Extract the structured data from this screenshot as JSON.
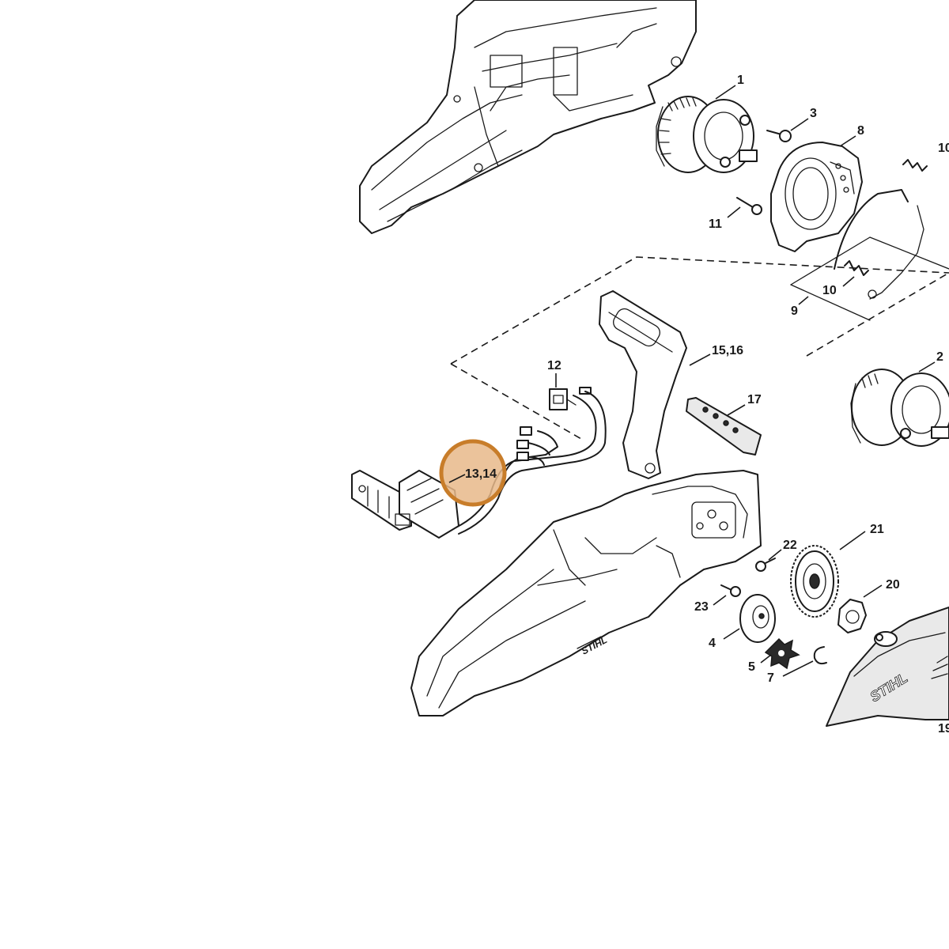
{
  "highlight": {
    "color": "#c87d2a",
    "fill": "#e8b98a"
  },
  "labels": {
    "p1": "1",
    "p2": "2",
    "p3": "3",
    "p4": "4",
    "p5": "5",
    "p7": "7",
    "p8": "8",
    "p9": "9",
    "p10a": "10",
    "p10b": "10",
    "p11": "11",
    "p12": "12",
    "p13_14": "13,14",
    "p15_16": "15,16",
    "p17": "17",
    "p19": "19",
    "p20": "20",
    "p21": "21",
    "p22": "22",
    "p23": "23"
  },
  "brand_marks": [
    "STIHL",
    "STIHL"
  ]
}
